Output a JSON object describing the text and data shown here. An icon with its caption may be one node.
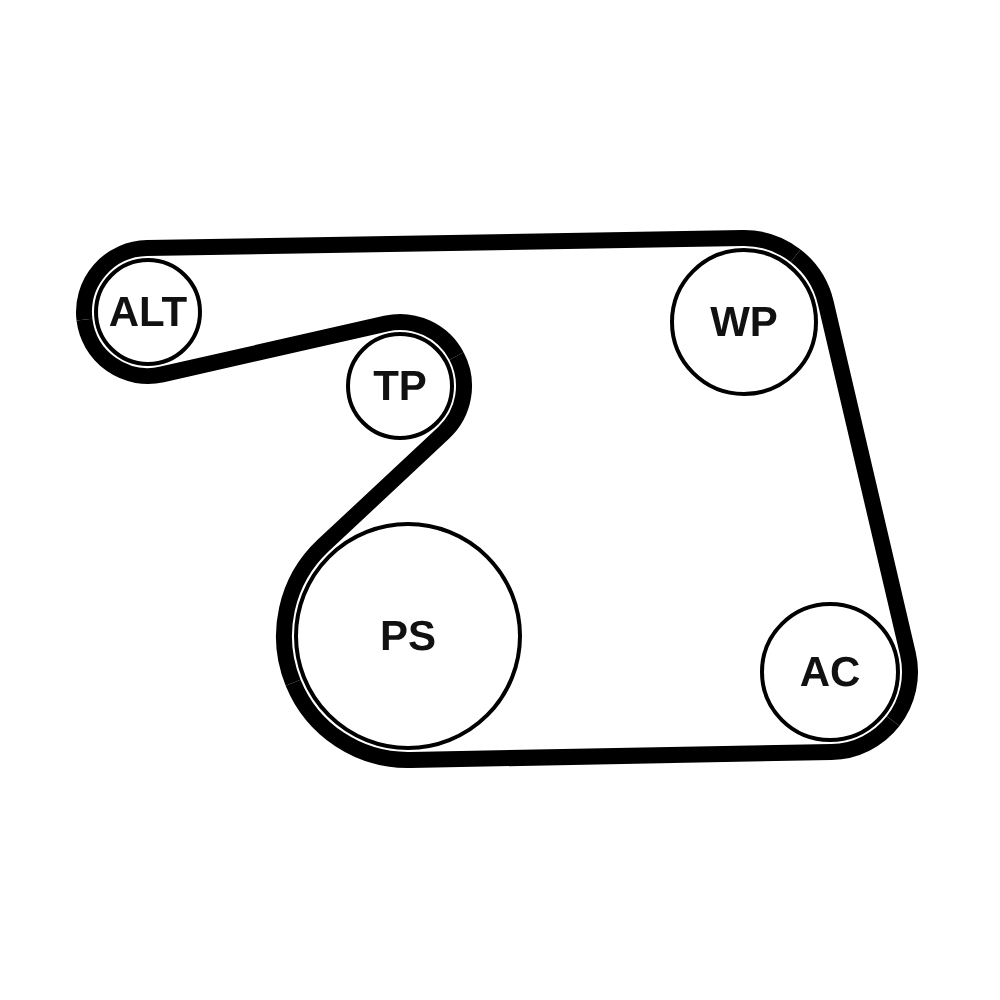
{
  "diagram": {
    "nodes": [
      {
        "text": [
          "ALT"
        ]
      },
      {
        "text": [
          "WP"
        ]
      },
      {
        "text": [
          "TP"
        ]
      },
      {
        "text": [
          "PS"
        ]
      },
      {
        "text": [
          "AC"
        ]
      }
    ],
    "edges": [
      {
        "from": 0,
        "to": 1,
        "arrow": "none"
      },
      {
        "from": 1,
        "to": 4,
        "arrow": "none"
      },
      {
        "from": 4,
        "to": 3,
        "arrow": "none"
      },
      {
        "from": 3,
        "to": 2,
        "arrow": "none"
      },
      {
        "from": 2,
        "to": 0,
        "arrow": "none"
      }
    ]
  }
}
